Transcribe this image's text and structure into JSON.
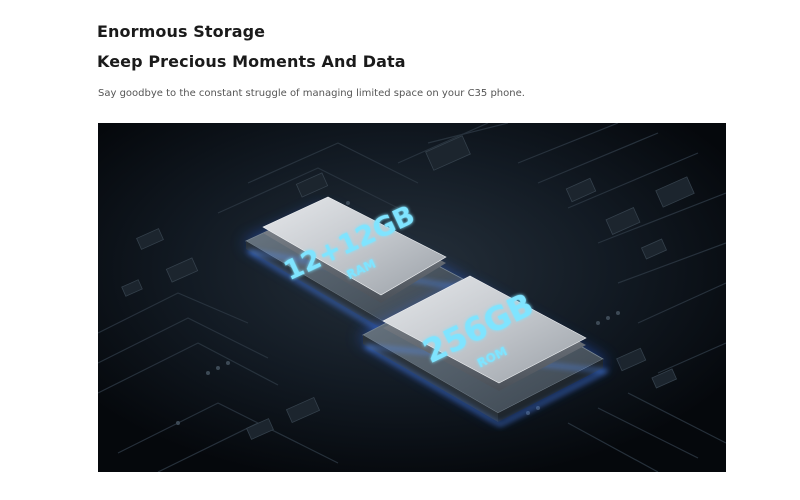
{
  "section": {
    "title": "Enormous Storage",
    "headline": "Keep Precious Moments And Data",
    "description": "Say goodbye to the constant struggle of managing limited space on your C35 phone."
  },
  "hero": {
    "ram_chip": {
      "capacity": "12+12GB",
      "type": "RAM"
    },
    "rom_chip": {
      "capacity": "256GB",
      "type": "ROM"
    },
    "colors": {
      "background": "#0a1018",
      "chip_surface": "#c9ccd1",
      "chip_text": "#7fe4ff",
      "glow": "#2f6bff"
    }
  }
}
